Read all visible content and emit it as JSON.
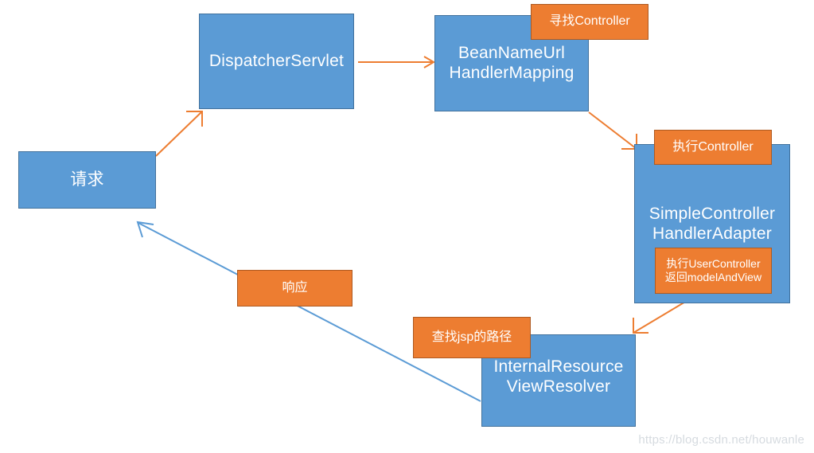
{
  "diagram": {
    "title": "Spring MVC request flow",
    "colors": {
      "node_blue": "#5B9BD5",
      "node_blue_border": "#41719C",
      "label_orange": "#ED7D31",
      "label_orange_border": "#AE5A21",
      "arrow_orange": "#ED7D31",
      "arrow_blue": "#5B9BD5",
      "text_white": "#FFFFFF",
      "watermark": "#D6DBE0",
      "background": "#FFFFFF"
    },
    "nodes": [
      {
        "id": "request",
        "label": "请求"
      },
      {
        "id": "dispatcher",
        "label": "DispatcherServlet"
      },
      {
        "id": "handler_mapping",
        "label": "BeanNameUrl\nHandlerMapping"
      },
      {
        "id": "handler_adapter",
        "label": "SimpleController\nHandlerAdapter"
      },
      {
        "id": "view_resolver",
        "label": "InternalResource\nViewResolver"
      }
    ],
    "labels": [
      {
        "id": "find_controller",
        "label": "寻找Controller"
      },
      {
        "id": "exec_controller",
        "label": "执行Controller"
      },
      {
        "id": "exec_usercontroller",
        "label": "执行UserController\n返回modelAndView"
      },
      {
        "id": "find_jsp",
        "label": "查找jsp的路径"
      },
      {
        "id": "response",
        "label": "响应"
      }
    ],
    "edges": [
      {
        "id": "request-to-dispatcher",
        "from": "request",
        "to": "dispatcher",
        "color": "#ED7D31"
      },
      {
        "id": "dispatcher-to-handlermapping",
        "from": "dispatcher",
        "to": "handler_mapping",
        "color": "#ED7D31"
      },
      {
        "id": "handlermapping-to-adapter",
        "from": "handler_mapping",
        "to": "handler_adapter",
        "color": "#ED7D31"
      },
      {
        "id": "adapter-to-viewresolver",
        "from": "handler_adapter",
        "to": "view_resolver",
        "color": "#ED7D31"
      },
      {
        "id": "viewresolver-to-request",
        "from": "view_resolver",
        "to": "request",
        "color": "#5B9BD5"
      }
    ],
    "watermark": "https://blog.csdn.net/houwanle"
  }
}
